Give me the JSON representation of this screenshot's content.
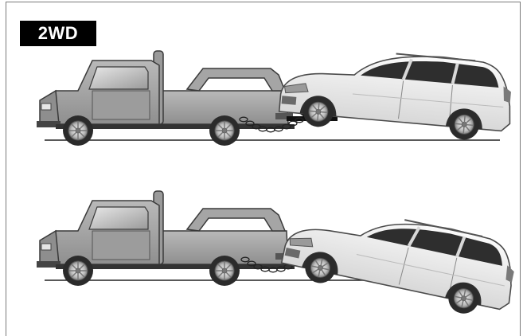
{
  "badge": {
    "label": "2WD"
  },
  "scenes": [
    {
      "name": "tow-scene-upper"
    },
    {
      "name": "tow-scene-lower"
    }
  ]
}
